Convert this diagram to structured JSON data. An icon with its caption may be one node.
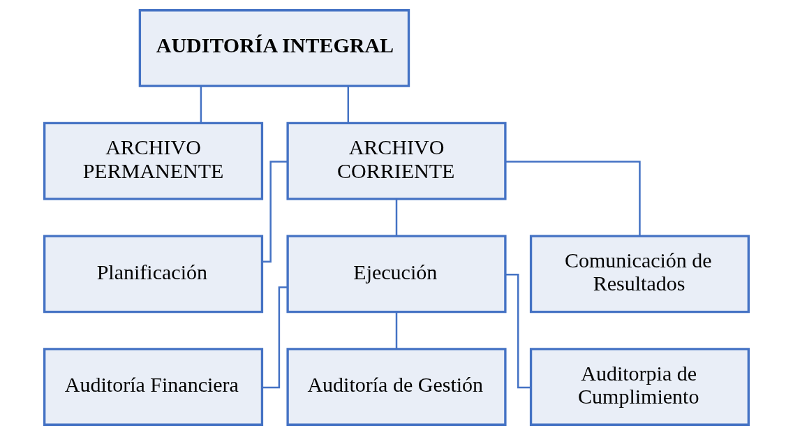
{
  "diagram": {
    "nodes": [
      {
        "text": [
          "AUDITORÍA INTEGRAL"
        ]
      },
      {
        "text": [
          "ARCHIVO PERMANENTE"
        ]
      },
      {
        "text": [
          "ARCHIVO CORRIENTE"
        ]
      },
      {
        "text": [
          "Planificación"
        ]
      },
      {
        "text": [
          "Ejecución"
        ]
      },
      {
        "text": [
          "Comunicación de Resultados"
        ]
      },
      {
        "text": [
          "Auditoría Financiera"
        ]
      },
      {
        "text": [
          "Auditoría de Gestión"
        ]
      },
      {
        "text": [
          "Auditorpia de Cumplimiento"
        ]
      }
    ],
    "edges": [
      {
        "from": 0,
        "to": 1,
        "arrow": "none"
      },
      {
        "from": 0,
        "to": 2,
        "arrow": "none"
      },
      {
        "from": 2,
        "to": 3,
        "arrow": "none"
      },
      {
        "from": 2,
        "to": 4,
        "arrow": "none"
      },
      {
        "from": 2,
        "to": 5,
        "arrow": "none"
      },
      {
        "from": 4,
        "to": 6,
        "arrow": "none"
      },
      {
        "from": 4,
        "to": 7,
        "arrow": "none"
      },
      {
        "from": 4,
        "to": 8,
        "arrow": "none"
      }
    ]
  }
}
